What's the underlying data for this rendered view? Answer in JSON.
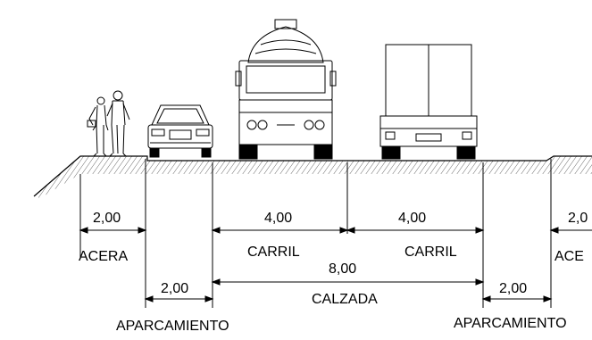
{
  "dimensions": {
    "acera_left": "2,00",
    "carril_left": "4,00",
    "carril_right": "4,00",
    "acera_right": "2,0",
    "aparcamiento_left": "2,00",
    "calzada": "8,00",
    "aparcamiento_right": "2,00"
  },
  "labels": {
    "acera_left": "ACERA",
    "carril_left": "CARRIL",
    "carril_right": "CARRIL",
    "acera_right": "ACE",
    "calzada": "CALZADA",
    "aparcamiento_left": "APARCAMIENTO",
    "aparcamiento_right": "APARCAMIENTO"
  },
  "figures": [
    "pedestrians-icon",
    "car-front-icon",
    "concrete-mixer-truck-icon",
    "box-truck-rear-icon"
  ]
}
